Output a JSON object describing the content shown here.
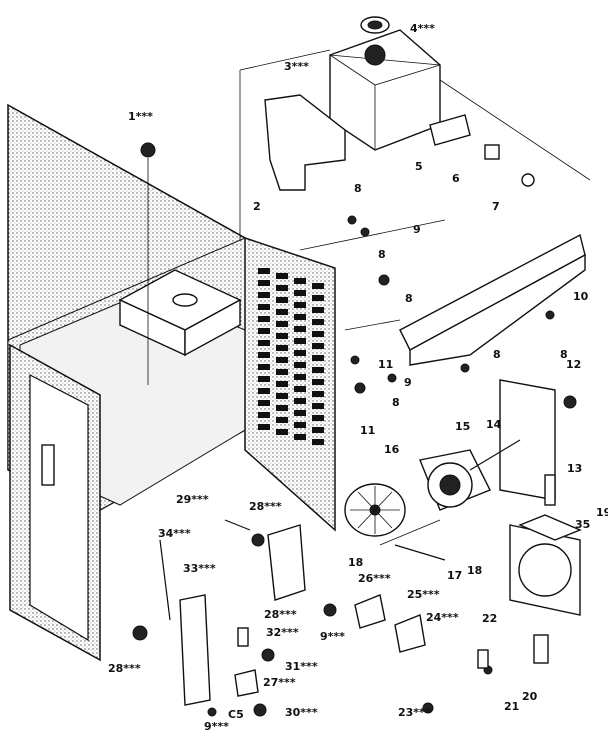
{
  "callouts": [
    "1***",
    "2",
    "3***",
    "4***",
    "5",
    "6",
    "7",
    "8",
    "8",
    "8",
    "8",
    "8",
    "8",
    "9",
    "9",
    "9***",
    "9***",
    "10",
    "11",
    "11",
    "12",
    "13",
    "14",
    "15",
    "16",
    "17",
    "18",
    "18",
    "19",
    "20",
    "21",
    "22",
    "23***",
    "24***",
    "25***",
    "26***",
    "27***",
    "28***",
    "28***",
    "28***",
    "29***",
    "30***",
    "31***",
    "32***",
    "33***",
    "34***",
    "35",
    "C5"
  ]
}
